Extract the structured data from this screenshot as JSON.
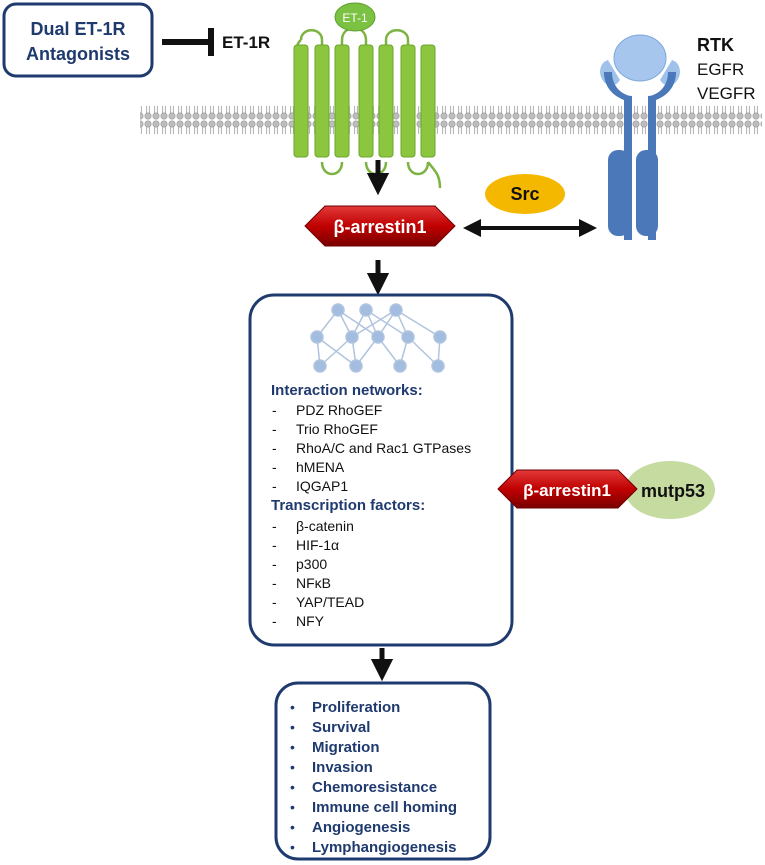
{
  "antagonist": {
    "line1": "Dual ET-1R",
    "line2": "Antagonists"
  },
  "receptor": {
    "name": "ET-1R",
    "ligand": "ET-1"
  },
  "rtk": {
    "title": "RTK",
    "members": [
      "EGFR",
      "VEGFR"
    ]
  },
  "src_label": "Src",
  "arrestin_label": "β-arrestin1",
  "mutp53_label": "mutp53",
  "networks": {
    "heading": "Interaction networks:",
    "items": [
      "PDZ RhoGEF",
      "Trio RhoGEF",
      "RhoA/C and Rac1 GTPases",
      "hMENA",
      "IQGAP1"
    ]
  },
  "transcription": {
    "heading": "Transcription factors:",
    "items": [
      "β-catenin",
      "HIF-1α",
      "p300",
      "NFκB",
      "YAP/TEAD",
      "NFY"
    ]
  },
  "bullet_dash": "-",
  "bullet_dot": "•",
  "outcomes": [
    "Proliferation",
    "Survival",
    "Migration",
    "Invasion",
    "Chemoresistance",
    "Immune cell homing",
    "Angiogenesis",
    "Lymphangiogenesis"
  ],
  "colors": {
    "navy": "#1f3a6e",
    "receptor_green": "#8cc63f",
    "ligand_green": "#7cc242",
    "rtk_blue": "#4a78b8",
    "rtk_light": "#9fc1ea",
    "arrestin_red": "#c00000",
    "src_yellow": "#f5b800",
    "mutp53_green": "#c6dba0",
    "membrane_gray": "#c8c8c8"
  }
}
